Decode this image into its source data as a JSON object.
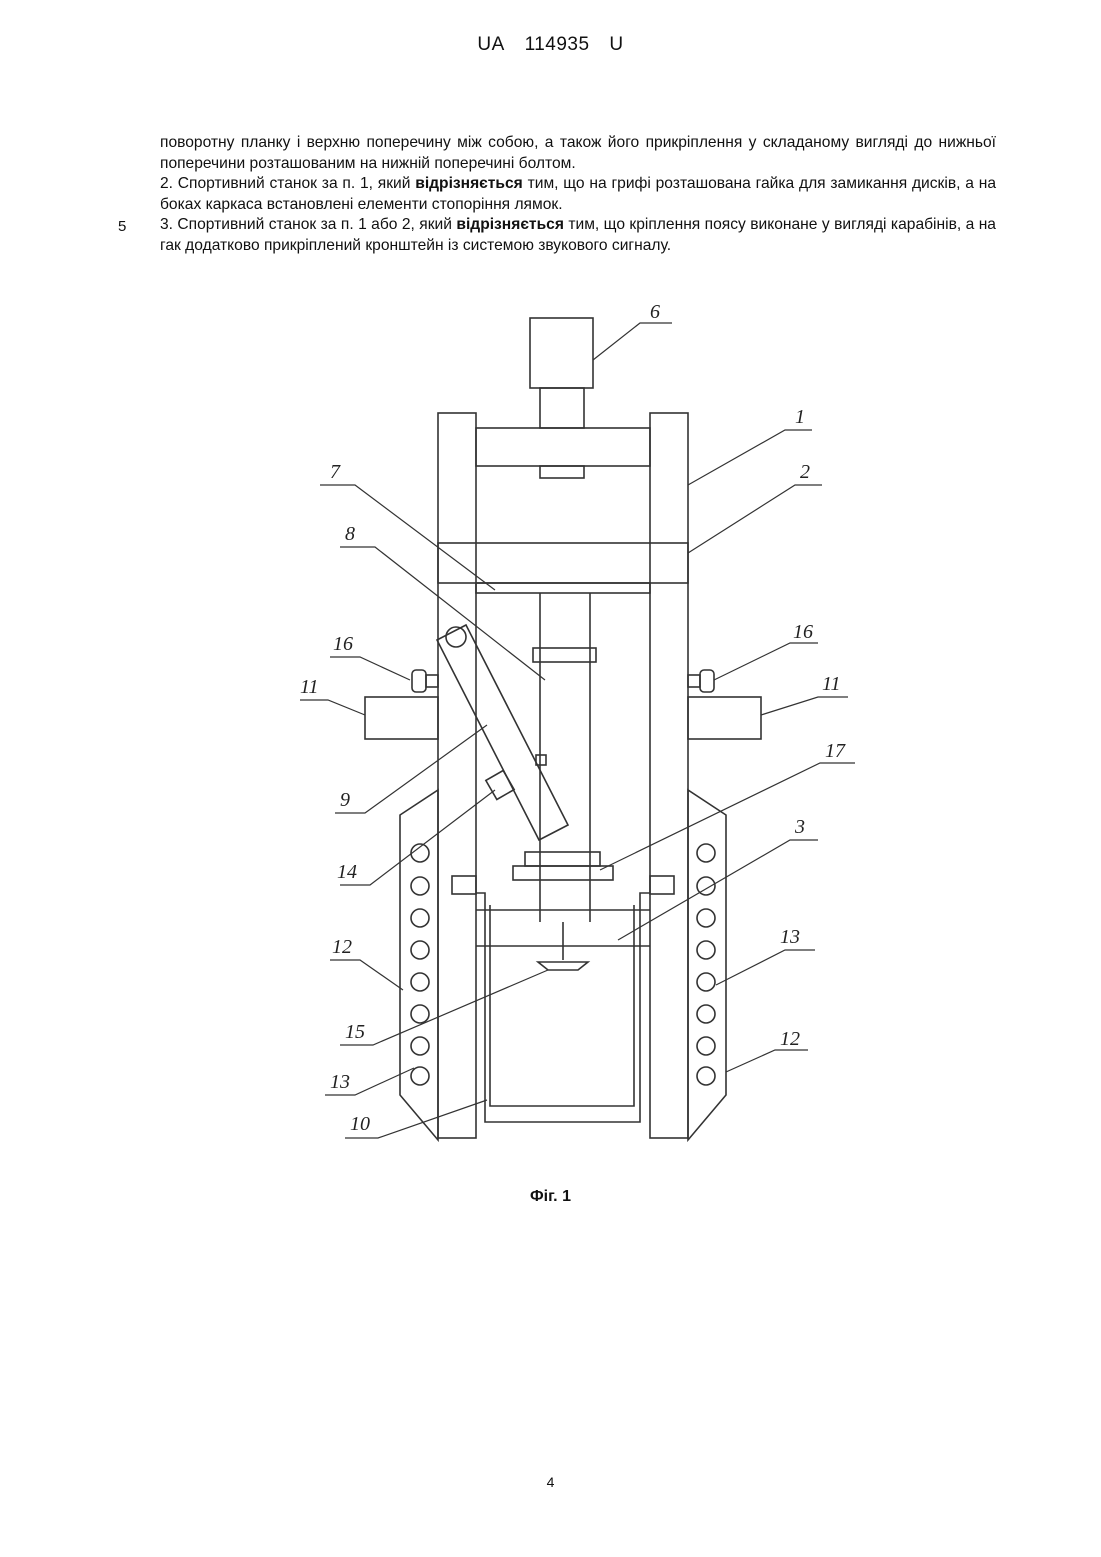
{
  "header": {
    "country": "UA",
    "number": "114935",
    "kind": "U"
  },
  "line_number": "5",
  "claims": {
    "p1": "поворотну планку і верхню поперечину між собою, а також його прикріплення у складаному вигляді до нижньої поперечини розташованим на нижній поперечині болтом.",
    "p2_a": "2. Спортивний станок за п. 1, який ",
    "p2_bold": "відрізняється",
    "p2_b": " тим, що на грифі розташована гайка для замикання дисків, а на боках каркаса встановлені елементи стопоріння лямок.",
    "p3_a": "3. Спортивний станок за п. 1 або 2, який ",
    "p3_bold": "відрізняється",
    "p3_b": " тим, що кріплення поясу виконане у вигляді карабінів, а на гак додатково прикріплений кронштейн із системою звукового сигналу."
  },
  "figure": {
    "labels": [
      "6",
      "1",
      "2",
      "7",
      "8",
      "16",
      "16",
      "11",
      "11",
      "17",
      "9",
      "14",
      "3",
      "12",
      "13",
      "15",
      "12",
      "13",
      "10"
    ],
    "caption": "Фіг. 1"
  },
  "page_number": "4"
}
